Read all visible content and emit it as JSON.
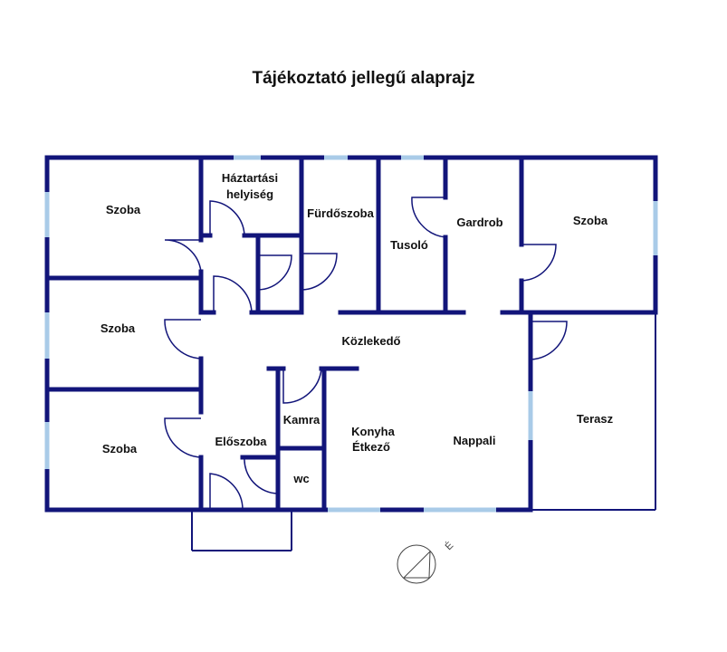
{
  "title": "Tájékoztató jellegű alaprajz",
  "rooms": {
    "szoba_top_left": "Szoba",
    "haztartasi_1": "Háztartási",
    "haztartasi_2": "helyiség",
    "furdoszoba": "Fürdőszoba",
    "tusolo": "Tusoló",
    "gardrob": "Gardrob",
    "szoba_top_right": "Szoba",
    "szoba_mid_left": "Szoba",
    "kozlekedo": "Közlekedő",
    "szoba_bottom_left": "Szoba",
    "kamra": "Kamra",
    "eloszoba": "Előszoba",
    "konyha": "Konyha",
    "etkezo": "Étkező",
    "nappali": "Nappali",
    "terasz": "Terasz",
    "wc": "wc"
  },
  "compass_label": "É",
  "colors": {
    "wall": "#12157a",
    "window": "#a9cbe8"
  }
}
